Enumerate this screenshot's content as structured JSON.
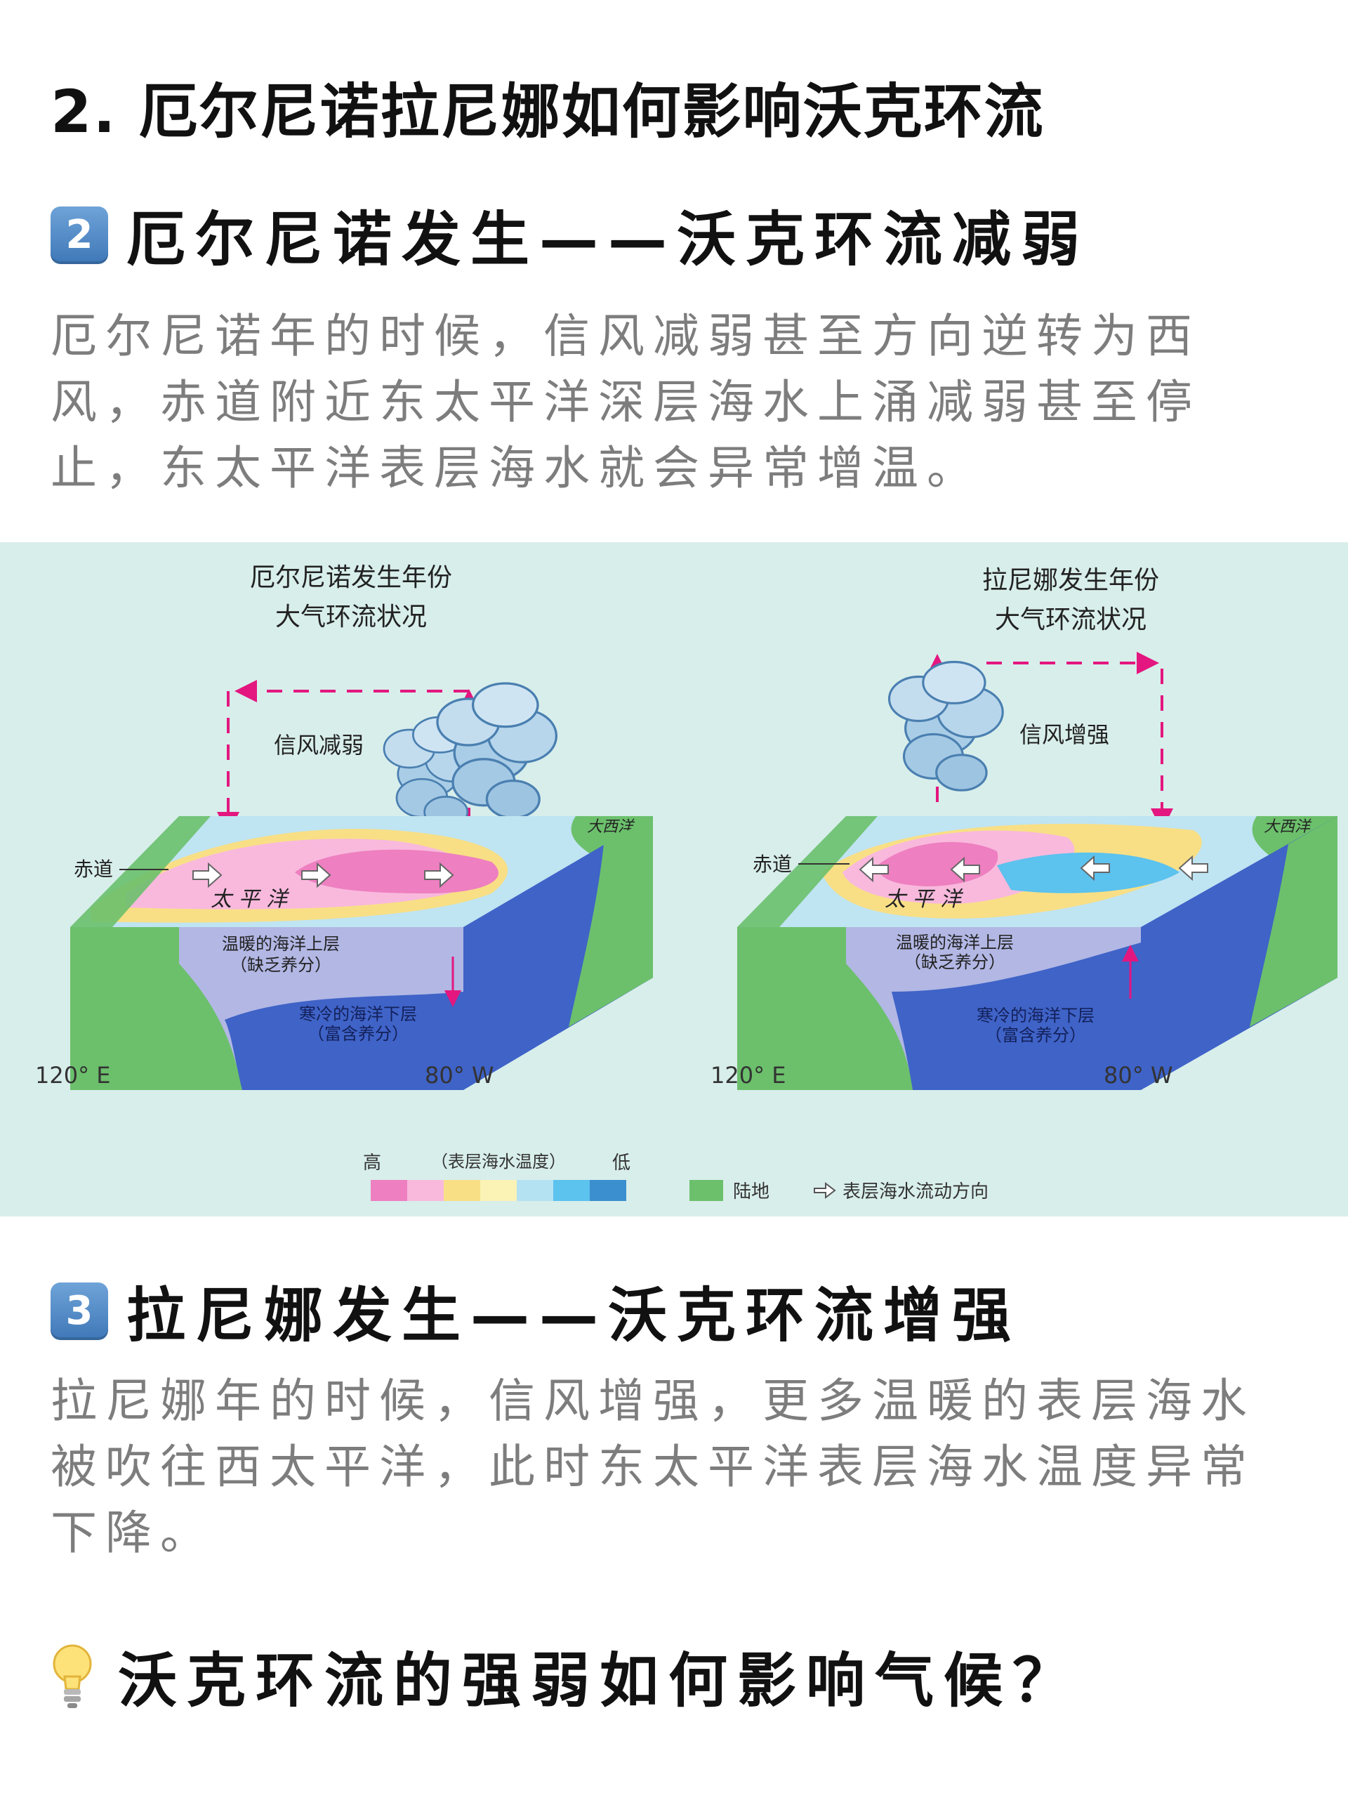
{
  "heading": "2. 厄尔尼诺拉尼娜如何影响沃克环流",
  "section2": {
    "badge": "2",
    "title": "厄尔尼诺发生——沃克环流减弱",
    "text": "厄尔尼诺年的时候，信风减弱甚至方向逆转为西风，赤道附近东太平洋深层海水上涌减弱甚至停止，东太平洋表层海水就会异常增温。"
  },
  "figure": {
    "left_panel": {
      "title_line1": "厄尔尼诺发生年份",
      "title_line2": "大气环流状况",
      "wind_label": "信风减弱",
      "equator_label": "赤道",
      "ocean_label": "太 平 洋",
      "upper_layer_line1": "温暖的海洋上层",
      "upper_layer_line2": "（缺乏养分）",
      "lower_layer_line1": "寒冷的海洋下层",
      "lower_layer_line2": "（富含养分）",
      "lon_left": "120° E",
      "lon_right": "80° W",
      "atlantic_label": "大西洋"
    },
    "right_panel": {
      "title_line1": "拉尼娜发生年份",
      "title_line2": "大气环流状况",
      "wind_label": "信风增强",
      "equator_label": "赤道",
      "ocean_label": "太 平 洋",
      "upper_layer_line1": "温暖的海洋上层",
      "upper_layer_line2": "（缺乏养分）",
      "lower_layer_line1": "寒冷的海洋下层",
      "lower_layer_line2": "（富含养分）",
      "lon_left": "120° E",
      "lon_right": "80° W",
      "atlantic_label": "大西洋"
    },
    "legend": {
      "high": "高",
      "sst": "（表层海水温度）",
      "low": "低",
      "land": "陆地",
      "flow": "表层海水流动方向",
      "scale_colors": [
        "#ee7fc0",
        "#f8b9dd",
        "#f8df86",
        "#fbf2b6",
        "#b5e2f3",
        "#5cc2ee",
        "#3c8fcf"
      ],
      "land_color": "#6cc06c"
    }
  },
  "section3": {
    "badge": "3",
    "title": "拉尼娜发生——沃克环流增强",
    "text": "拉尼娜年的时候，信风增强，更多温暖的表层海水被吹往西太平洋，此时东太平洋表层海水温度异常下降。"
  },
  "question": "沃克环流的强弱如何影响气候？"
}
